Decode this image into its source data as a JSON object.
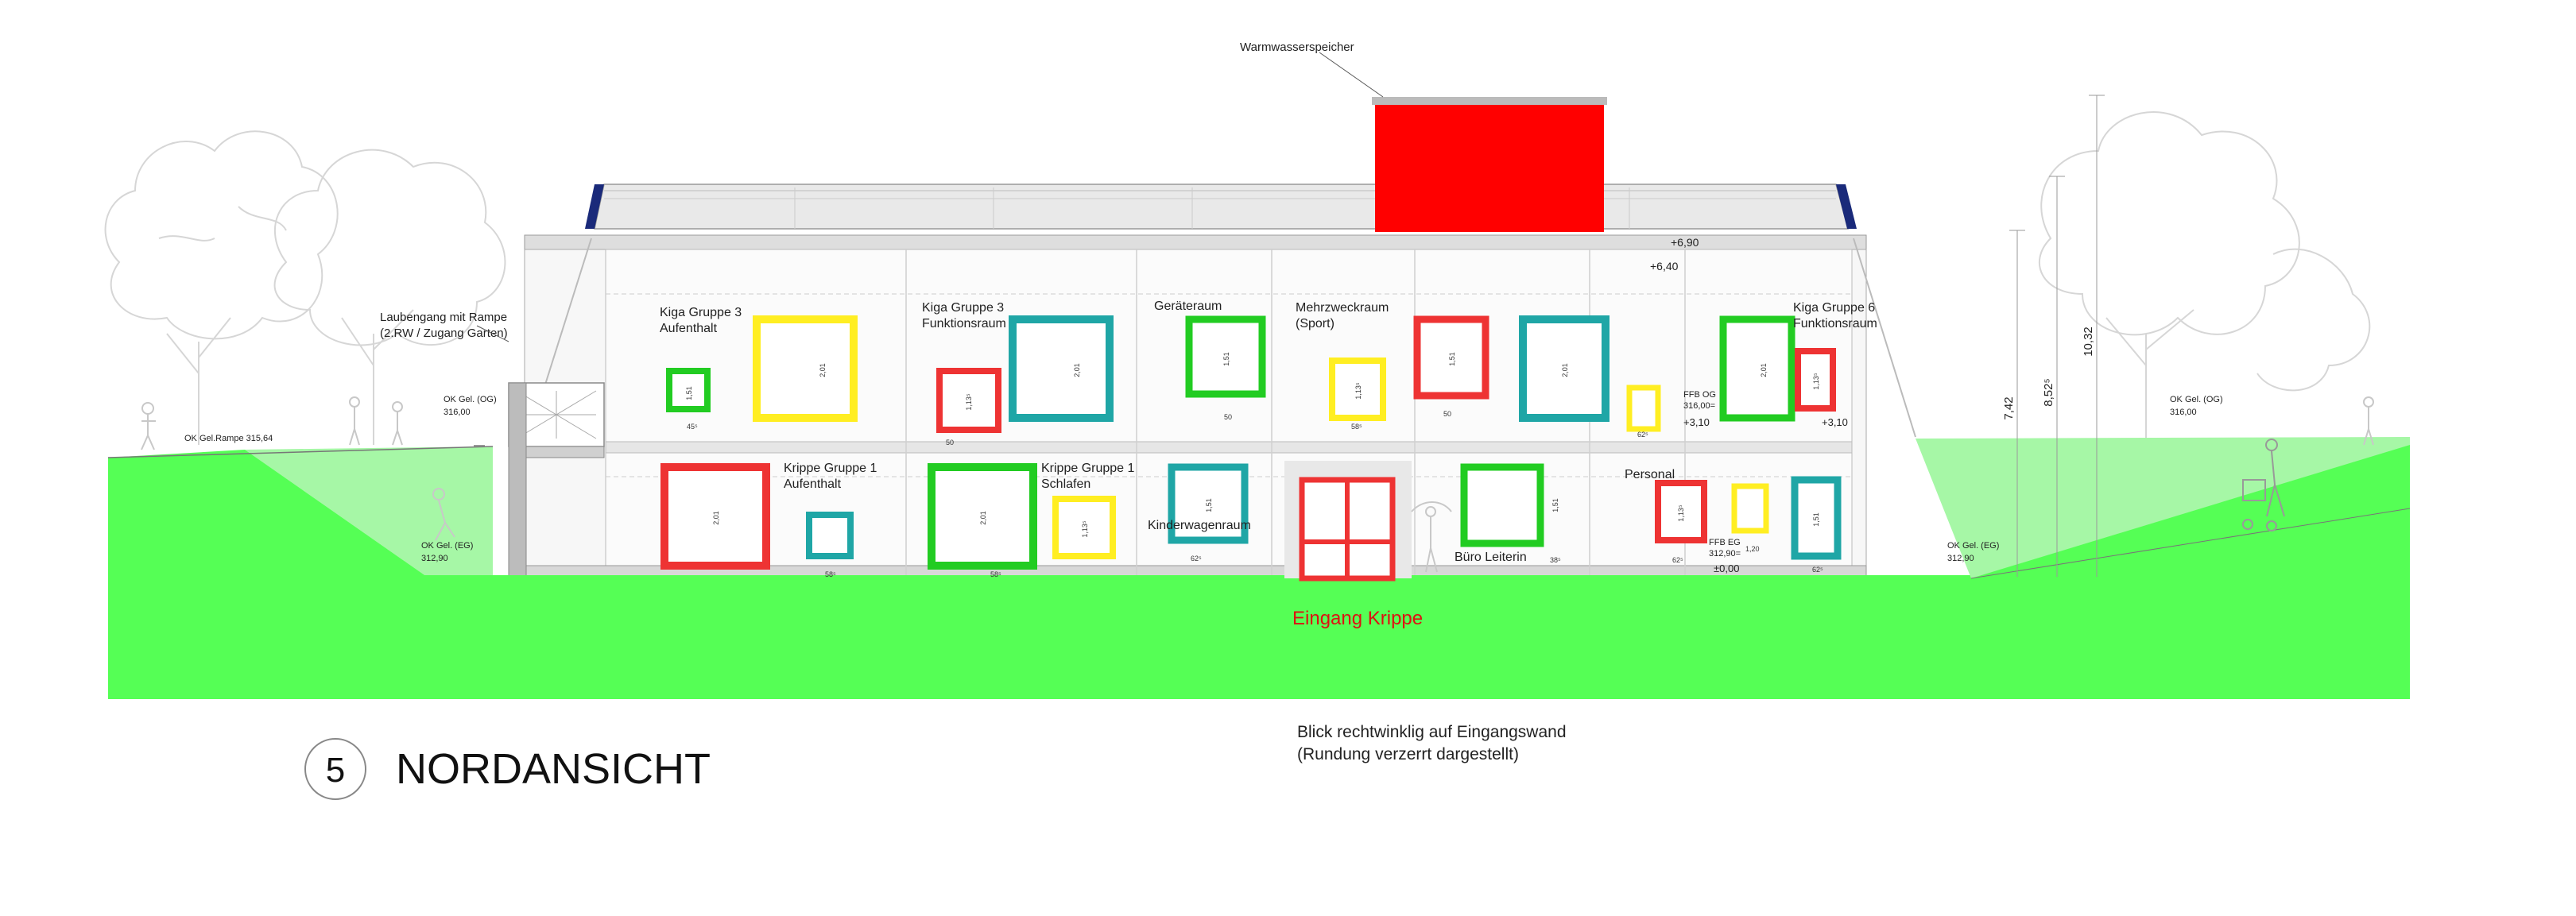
{
  "title": {
    "number": "5",
    "text": "NORDANSICHT"
  },
  "note": {
    "line1": "Blick rechtwinklig auf Eingangswand",
    "line2": "(Rundung verzerrt dargestellt)"
  },
  "entrance_label": "Eingang Krippe",
  "tank_label": "Warmwasserspeicher",
  "walkway": {
    "line1": "Laubengang mit Rampe",
    "line2": "(2.RW / Zugang Garten)"
  },
  "rooms": {
    "kiga3_aufenthalt": [
      "Kiga Gruppe 3",
      "Aufenthalt"
    ],
    "kiga3_funktion": [
      "Kiga Gruppe 3",
      "Funktionsraum"
    ],
    "geraeteraum": [
      "Geräteraum"
    ],
    "mehrzweck": [
      "Mehrzweckraum",
      "(Sport)"
    ],
    "kiga6_funktion": [
      "Kiga Gruppe 6",
      "Funktionsraum"
    ],
    "krippe1_aufenthalt": [
      "Krippe Gruppe 1",
      "Aufenthalt"
    ],
    "krippe1_schlafen": [
      "Krippe Gruppe 1",
      "Schlafen"
    ],
    "kinderwagenraum": [
      "Kinderwagenraum"
    ],
    "buero": [
      "Büro Leiterin"
    ],
    "personal": [
      "Personal"
    ]
  },
  "levels": {
    "rampe": "OK Gel.Rampe 315,64",
    "og_left": [
      "OK Gel. (OG)",
      "316,00"
    ],
    "eg_left": [
      "OK Gel. (EG)",
      "312,90"
    ],
    "og_right": [
      "OK Gel. (OG)",
      "316,00"
    ],
    "eg_right": [
      "OK Gel. (EG)",
      "312,90"
    ],
    "ffb_og": [
      "FFB OG",
      "316,00=",
      "+3,10"
    ],
    "ffb_eg": [
      "FFB EG",
      "312,90=",
      "±0,00"
    ],
    "ffb_og_right": "+3,10",
    "top1": "+6,90",
    "top2": "+6,40"
  },
  "heights": {
    "h1": "7,42",
    "h2": "8,52⁵",
    "h3": "10,32"
  },
  "window_labels": {
    "w_small": "1,51",
    "w_big": "2,01",
    "w_mid": "1,13⁵",
    "w_tiny": "1,51",
    "w_sill1": "45⁵",
    "w_sill2": "50",
    "w_sill3": "58⁵",
    "w_sill4": "62⁵",
    "w_sill5": "1,20",
    "w_sill6": "38⁵"
  },
  "colors": {
    "ground": "#55ff55",
    "ground_light": "#a6f7a6",
    "tank": "#ff0000",
    "red": "#ee3333",
    "yellow": "#ffee22",
    "green": "#22cc22",
    "teal": "#1fa6a6",
    "title_circle": "#888888"
  },
  "icons": [
    "tree-icon",
    "person-icon",
    "stroller-icon"
  ]
}
